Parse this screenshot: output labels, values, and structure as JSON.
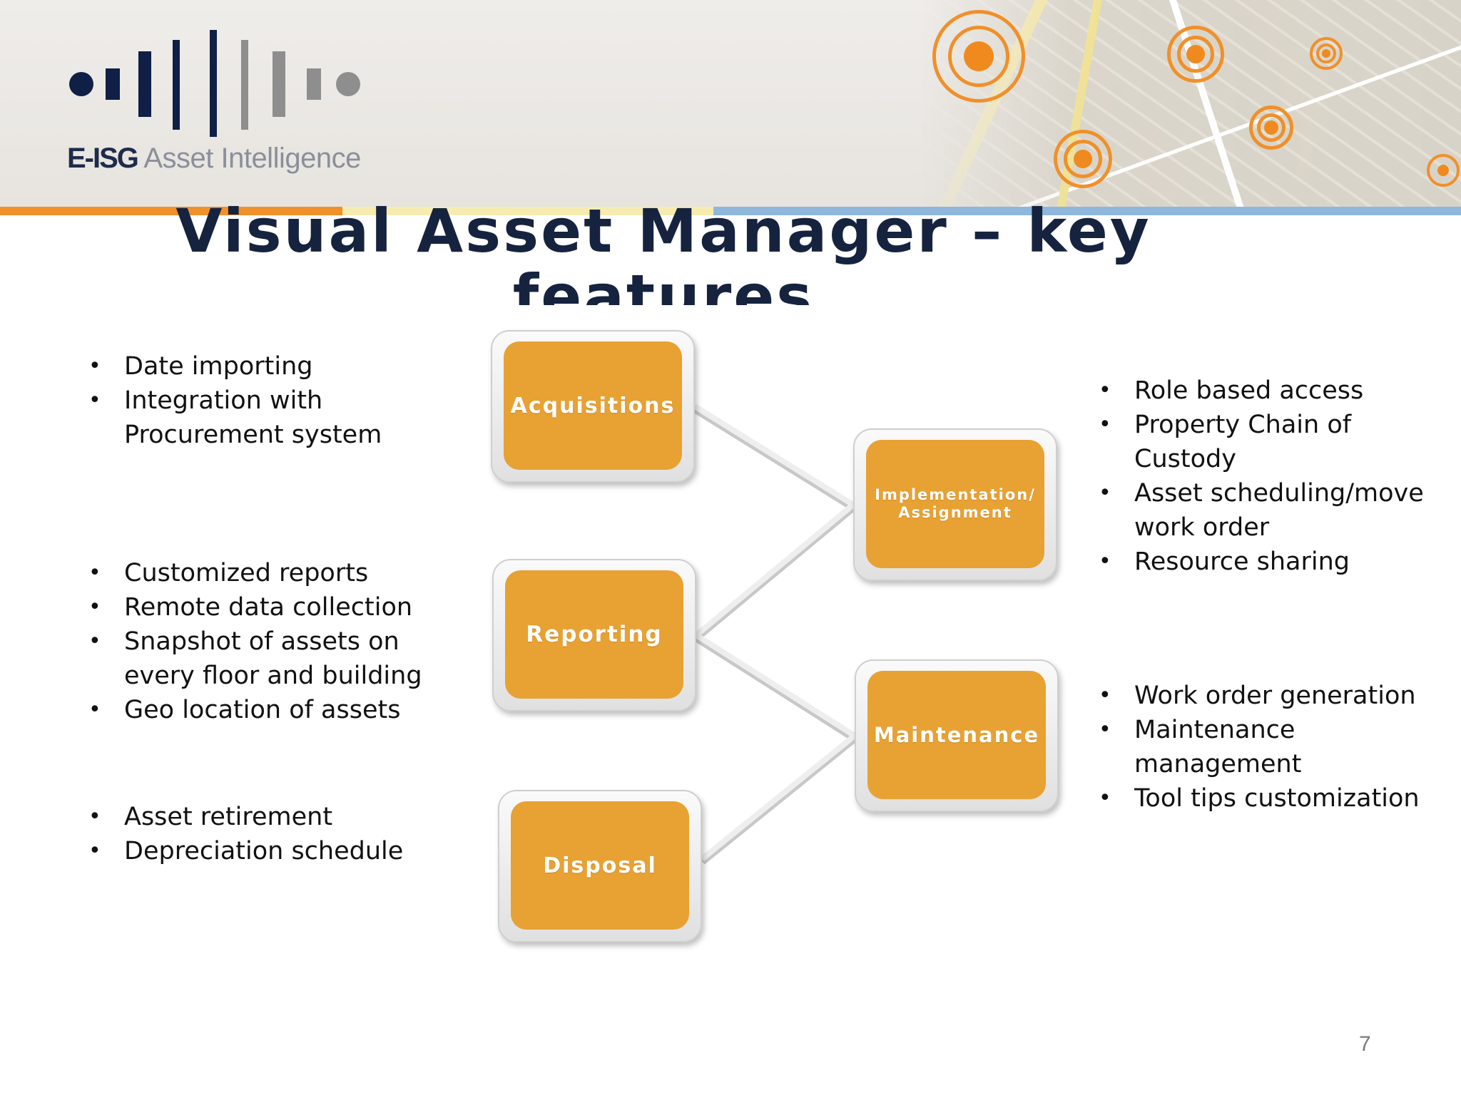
{
  "logo": {
    "brand": "E-ISG",
    "subtitle": "Asset Intelligence"
  },
  "title": "Visual Asset Manager – key features",
  "diagram": {
    "nodes": {
      "acquisitions": "Acquisitions",
      "reporting": "Reporting",
      "disposal": "Disposal",
      "implementation": "Implementation/ Assignment",
      "maintenance": "Maintenance"
    },
    "edges": [
      [
        "acquisitions",
        "implementation"
      ],
      [
        "reporting",
        "implementation"
      ],
      [
        "reporting",
        "maintenance"
      ],
      [
        "disposal",
        "maintenance"
      ]
    ]
  },
  "features": {
    "acquisitions": [
      "Date importing",
      "Integration with Procurement system"
    ],
    "reporting": [
      "Customized reports",
      "Remote data collection",
      "Snapshot of assets on every floor and building",
      "Geo location of assets"
    ],
    "disposal": [
      "Asset retirement",
      "Depreciation schedule"
    ],
    "implementation": [
      "Role based access",
      "Property Chain of Custody",
      "Asset scheduling/move work order",
      "Resource sharing"
    ],
    "maintenance": [
      "Work order generation",
      "Maintenance management",
      "Tool tips customization"
    ]
  },
  "page_number": "7",
  "colors": {
    "box_fill": "#e8a133",
    "title": "#16233f",
    "accent_orange": "#f0902a",
    "accent_blue": "#8fb7dc"
  }
}
